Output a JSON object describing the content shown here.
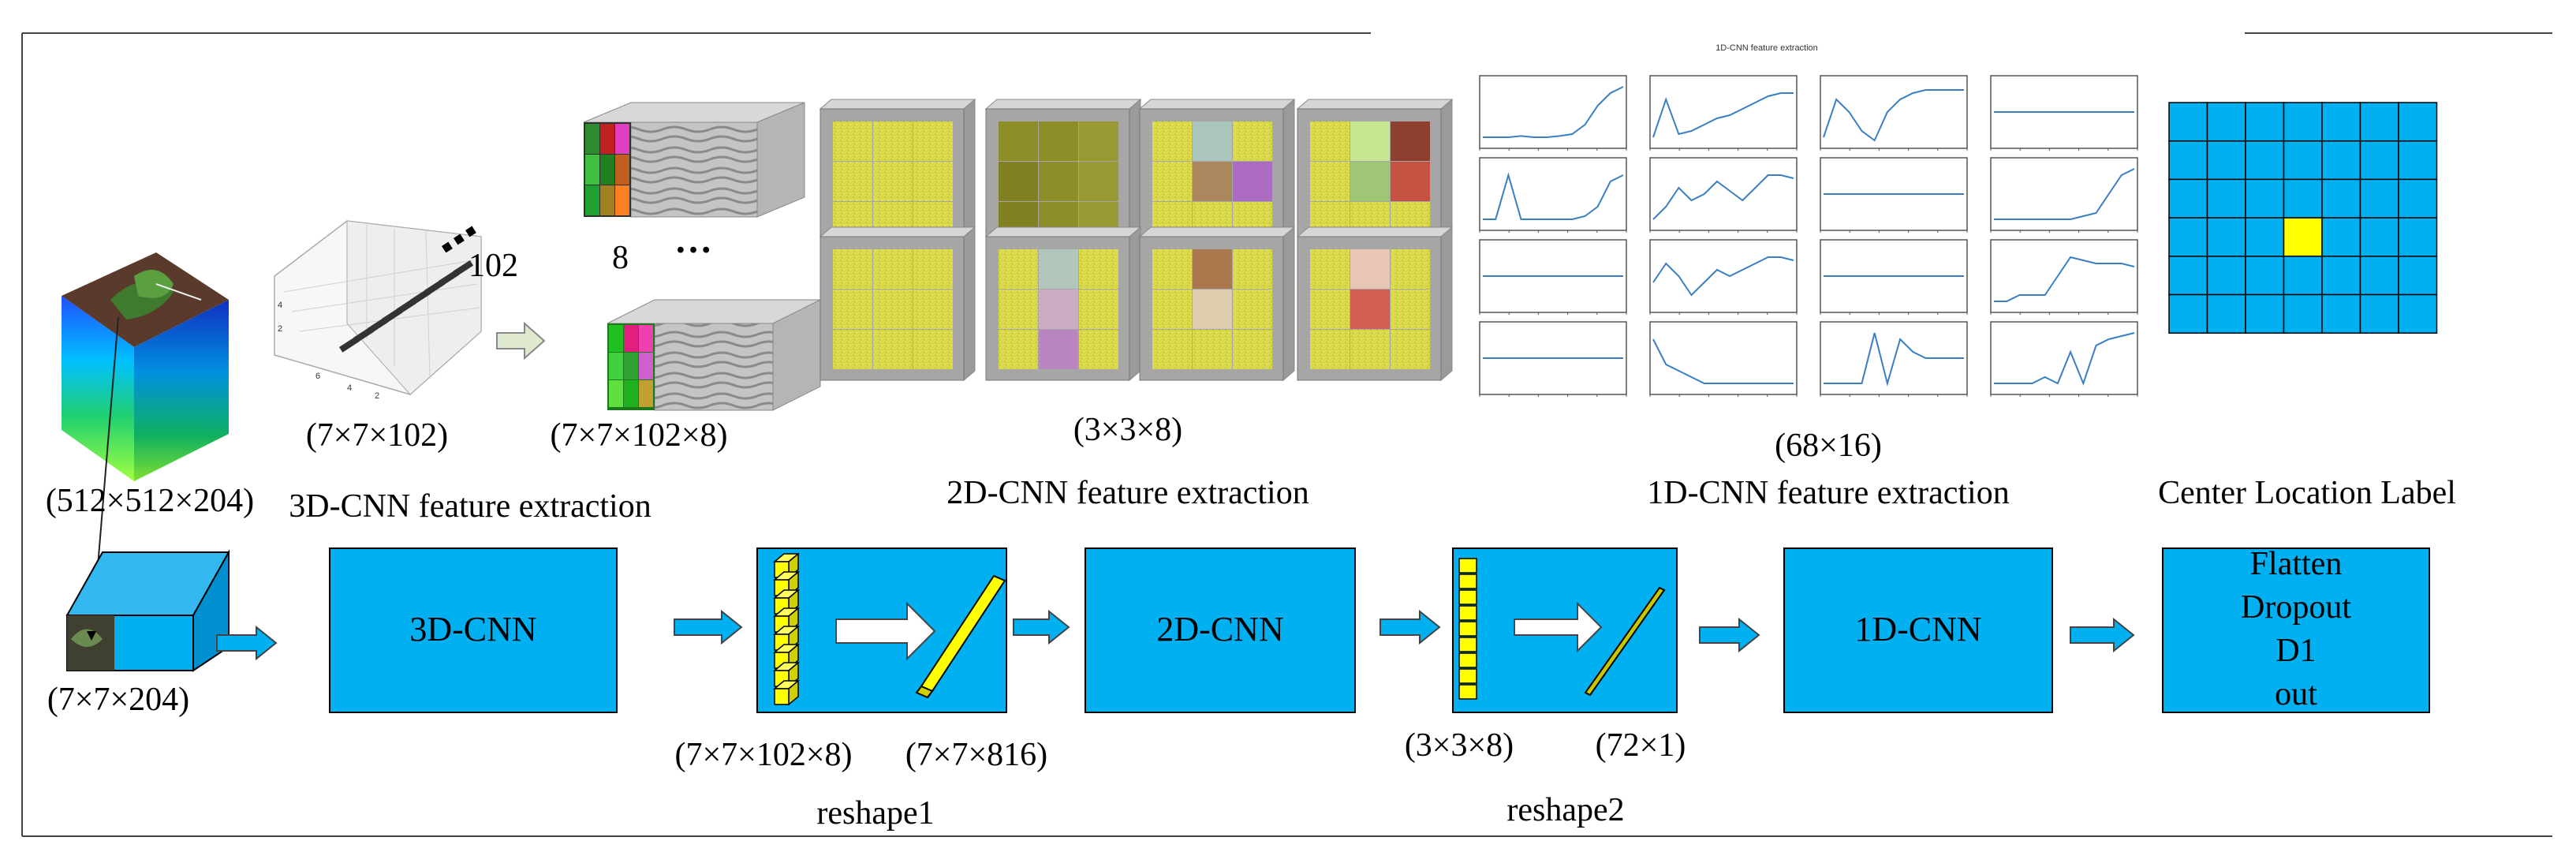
{
  "labels": {
    "input_cube": "(512×512×204)",
    "patch": "(7×7×204)",
    "plot3d_dim": "(7×7×102)",
    "plot3d_102": "102",
    "stack8": "8",
    "ellipsis": "…",
    "feat3d": "(7×7×102×8)",
    "grid2d": "(3×3×8)",
    "grid1d": "(68×16)",
    "title_3d": "3D-CNN feature extraction",
    "title_2d": "2D-CNN feature extraction",
    "title_1d": "1D-CNN feature extraction",
    "title_center": "Center Location Label",
    "box_3dcnn": "3D-CNN",
    "box_2dcnn": "2D-CNN",
    "box_1dcnn": "1D-CNN",
    "reshape1_in": "(7×7×102×8)",
    "reshape1_out": "(7×7×816)",
    "reshape1": "reshape1",
    "reshape2_in": "(3×3×8)",
    "reshape2_out": "(72×1)",
    "reshape2": "reshape2",
    "plots_title": "1D-CNN feature extraction"
  },
  "final_box_lines": [
    "Flatten",
    "Dropout",
    "D1",
    "out"
  ],
  "colors": {
    "box_blue": "#00b0f0",
    "yellow": "#ffff00",
    "frame_gray": "#a6a6a6",
    "patch_yellow": "#e0e060",
    "plot_line": "#3a7fc2"
  }
}
